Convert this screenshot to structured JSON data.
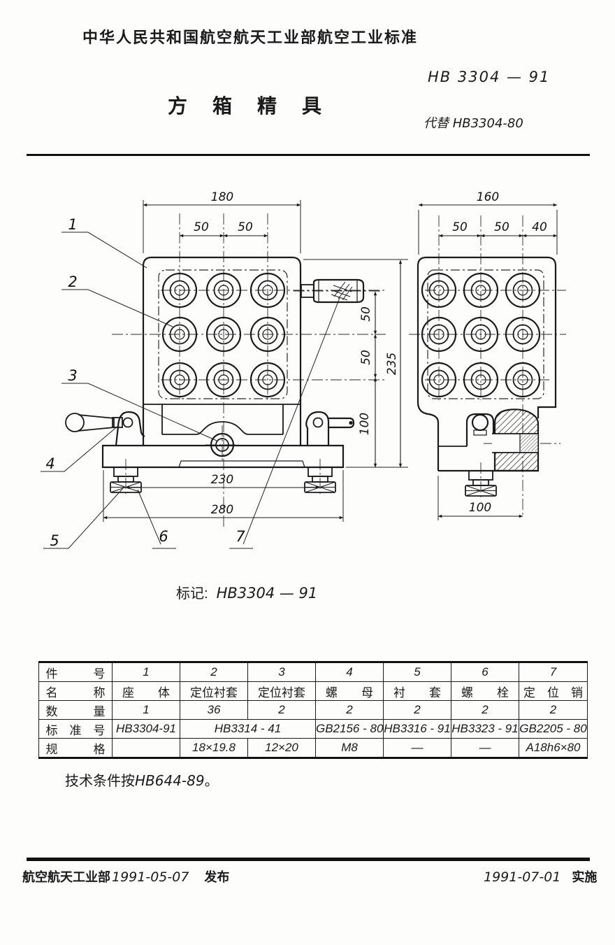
{
  "header": {
    "org_line": "中华人民共和国航空航天工业部航空工业标准",
    "standard_no": "HB 3304 — 91",
    "title": "方　箱　精　具",
    "replaces": "代替 HB3304-80"
  },
  "marking": {
    "label": "标记:",
    "value": "HB3304 — 91"
  },
  "drawing": {
    "leaders": [
      "1",
      "2",
      "3",
      "4",
      "5",
      "6",
      "7"
    ],
    "front": {
      "overall_width": "180",
      "pitch1": "50",
      "pitch2": "50",
      "row1": "50",
      "row2": "50",
      "row3": "100",
      "height": "235",
      "feet_span": "230",
      "base_width": "280"
    },
    "side": {
      "overall_width": "160",
      "p1": "50",
      "p2": "50",
      "p3": "40",
      "base": "100"
    }
  },
  "table": {
    "row_labels": [
      "件　　　号",
      "名　　　称",
      "数　　　量",
      "标　准　号",
      "规　　　格"
    ],
    "item_no": [
      "1",
      "2",
      "3",
      "4",
      "5",
      "6",
      "7"
    ],
    "names": [
      "座　　体",
      "定位衬套",
      "定位衬套",
      "螺　　母",
      "衬　　套",
      "螺　　栓",
      "定　位　销"
    ],
    "qty": [
      "1",
      "36",
      "2",
      "2",
      "2",
      "2",
      "2"
    ],
    "std": {
      "c1": "HB3304-91",
      "c23": "HB3314 - 41",
      "c4": "GB2156 - 80",
      "c5": "HB3316 - 91",
      "c6": "HB3323 - 91",
      "c7": "GB2205 - 80"
    },
    "spec": {
      "c1": "",
      "c2": "18×19.8",
      "c3": "12×20",
      "c4": "M8",
      "c5": "—",
      "c6": "—",
      "c7": "A18h6×80"
    }
  },
  "tech_note": {
    "prefix": "技术条件按",
    "code": "HB644-89",
    "suffix": "。"
  },
  "footer": {
    "org": "航空航天工业部",
    "issue_date": "1991-05-07",
    "issue_word": "发布",
    "impl_date": "1991-07-01",
    "impl_word": "实施"
  },
  "colors": {
    "ink": "#1a1a1a",
    "paper": "#fdfdfc"
  }
}
